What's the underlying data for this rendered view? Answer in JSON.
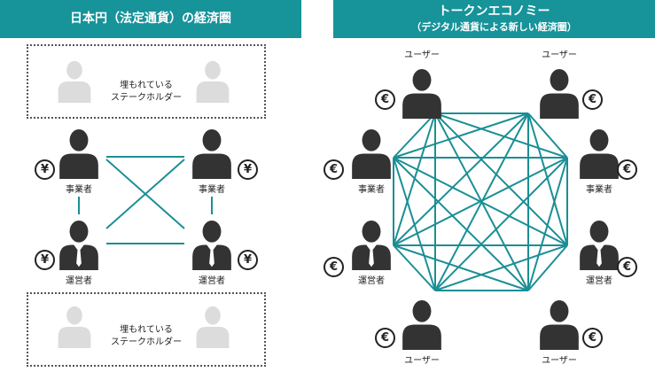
{
  "left": {
    "title": "日本円（法定通貨）の経済圏",
    "stakeholder_label_1": "埋もれている",
    "stakeholder_label_2": "ステークホルダー",
    "business_label": "事業者",
    "operator_label": "運営者",
    "currency_symbol": "¥"
  },
  "right": {
    "title": "トークンエコノミー",
    "subtitle": "（デジタル通貨による新しい経済圏）",
    "user_label": "ユーザー",
    "business_label": "事業者",
    "operator_label": "運営者",
    "currency_symbol": "€"
  },
  "colors": {
    "accent": "#17939a",
    "person": "#333333",
    "faded_person": "#dcdcdc",
    "line": "#1a8f95"
  }
}
